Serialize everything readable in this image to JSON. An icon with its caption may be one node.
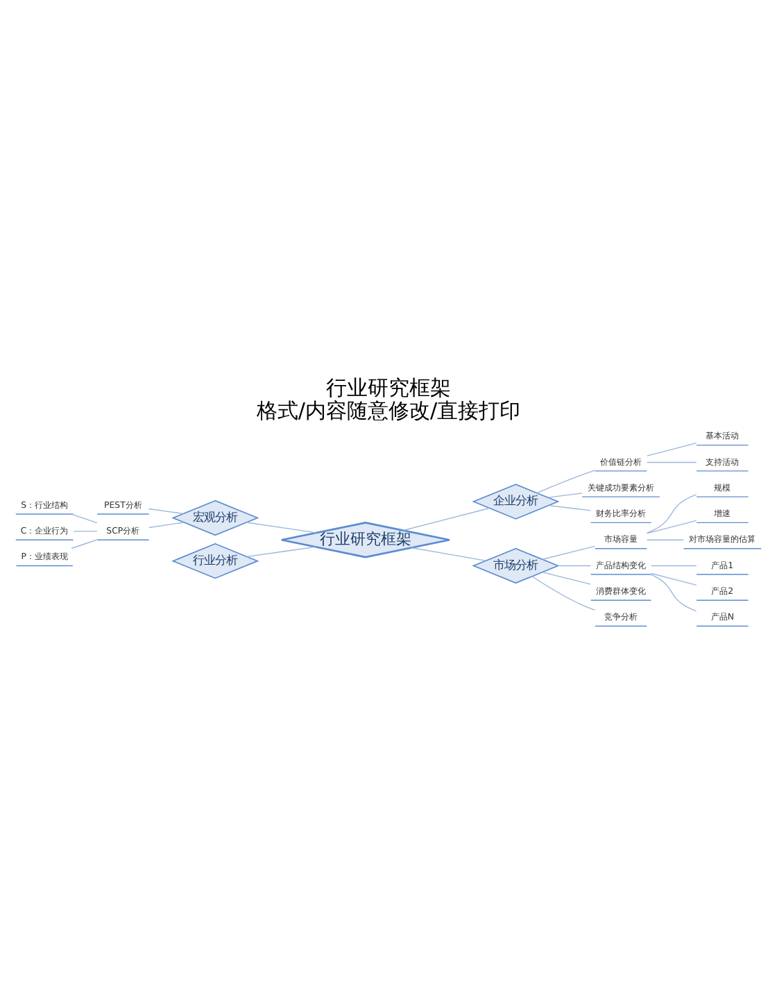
{
  "diagram": {
    "title": "行业研究框架",
    "caption": "格式/内容随意修改/直接打印",
    "nodes": [
      {
        "text": [
          "行业研究框架"
        ]
      },
      {
        "text": [
          "宏观分析"
        ]
      },
      {
        "text": [
          "PEST分析"
        ]
      },
      {
        "text": [
          "SCP分析"
        ]
      },
      {
        "text": [
          "S：行业结构"
        ]
      },
      {
        "text": [
          "C：企业行为"
        ]
      },
      {
        "text": [
          "P：业绩表现"
        ]
      },
      {
        "text": [
          "行业分析"
        ]
      },
      {
        "text": [
          "企业分析"
        ]
      },
      {
        "text": [
          "价值链分析"
        ]
      },
      {
        "text": [
          "基本活动"
        ]
      },
      {
        "text": [
          "支持活动"
        ]
      },
      {
        "text": [
          "关键成功要素分析"
        ]
      },
      {
        "text": [
          "财务比率分析"
        ]
      },
      {
        "text": [
          "市场分析"
        ]
      },
      {
        "text": [
          "市场容量"
        ]
      },
      {
        "text": [
          "规模"
        ]
      },
      {
        "text": [
          "增速"
        ]
      },
      {
        "text": [
          "对市场容量的估算"
        ]
      },
      {
        "text": [
          "产品结构变化"
        ]
      },
      {
        "text": [
          "产品1"
        ]
      },
      {
        "text": [
          "产品2"
        ]
      },
      {
        "text": [
          "产品N"
        ]
      },
      {
        "text": [
          "消费群体变化"
        ]
      },
      {
        "text": [
          "竞争分析"
        ]
      }
    ],
    "edges": [
      {
        "from": 0,
        "to": 1,
        "arrow": "none"
      },
      {
        "from": 1,
        "to": 2,
        "arrow": "none"
      },
      {
        "from": 1,
        "to": 3,
        "arrow": "none"
      },
      {
        "from": 3,
        "to": 4,
        "arrow": "none"
      },
      {
        "from": 3,
        "to": 5,
        "arrow": "none"
      },
      {
        "from": 3,
        "to": 6,
        "arrow": "none"
      },
      {
        "from": 0,
        "to": 7,
        "arrow": "none"
      },
      {
        "from": 0,
        "to": 8,
        "arrow": "none"
      },
      {
        "from": 8,
        "to": 9,
        "arrow": "none"
      },
      {
        "from": 9,
        "to": 10,
        "arrow": "none"
      },
      {
        "from": 9,
        "to": 11,
        "arrow": "none"
      },
      {
        "from": 8,
        "to": 12,
        "arrow": "none"
      },
      {
        "from": 8,
        "to": 13,
        "arrow": "none"
      },
      {
        "from": 0,
        "to": 14,
        "arrow": "none"
      },
      {
        "from": 14,
        "to": 15,
        "arrow": "none"
      },
      {
        "from": 15,
        "to": 16,
        "arrow": "none"
      },
      {
        "from": 15,
        "to": 17,
        "arrow": "none"
      },
      {
        "from": 15,
        "to": 18,
        "arrow": "none"
      },
      {
        "from": 14,
        "to": 19,
        "arrow": "none"
      },
      {
        "from": 19,
        "to": 20,
        "arrow": "none"
      },
      {
        "from": 19,
        "to": 21,
        "arrow": "none"
      },
      {
        "from": 19,
        "to": 22,
        "arrow": "none"
      },
      {
        "from": 14,
        "to": 23,
        "arrow": "none"
      },
      {
        "from": 14,
        "to": 24,
        "arrow": "none"
      }
    ]
  }
}
